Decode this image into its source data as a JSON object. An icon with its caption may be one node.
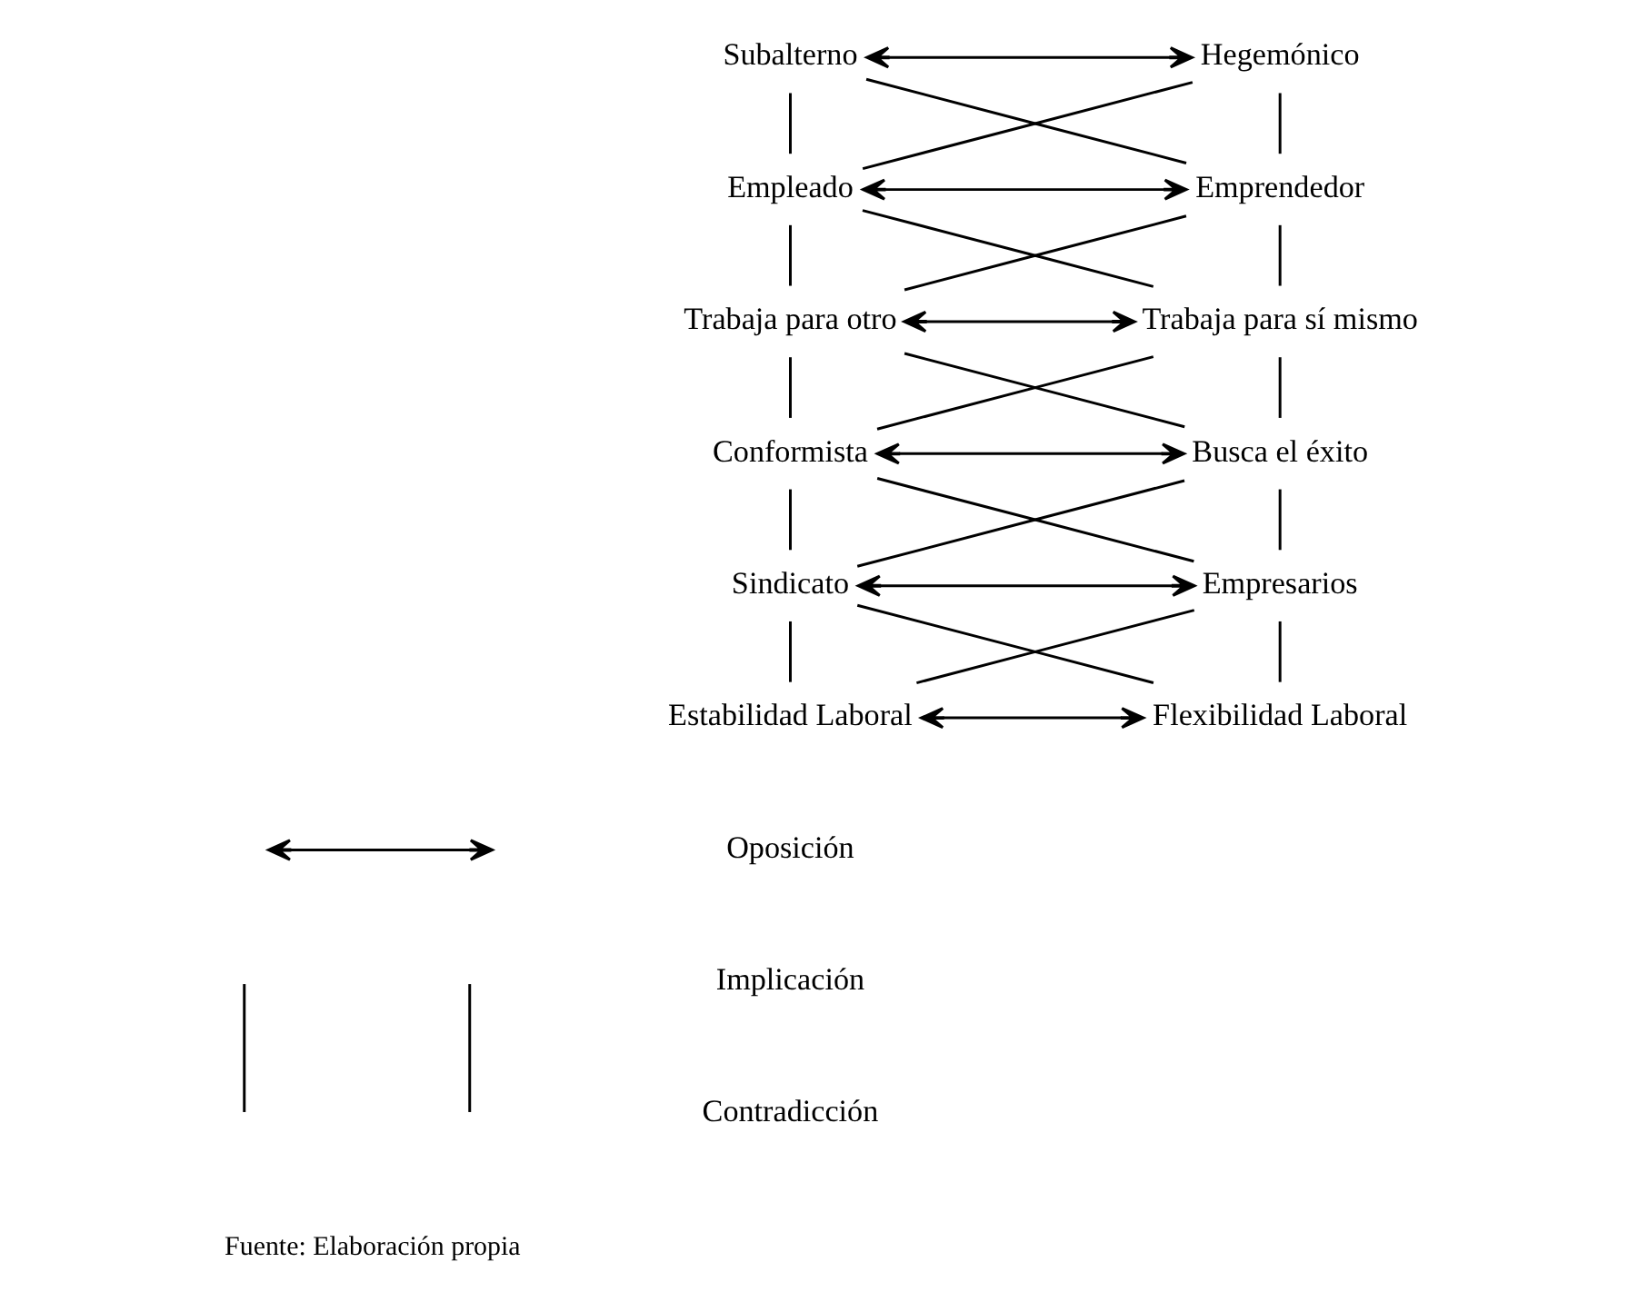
{
  "diagram": {
    "caption": "Fuente: Elaboración propia",
    "nodes": [
      {
        "text": [
          "Subalterno"
        ]
      },
      {
        "text": [
          "Hegemónico"
        ]
      },
      {
        "text": [
          "Empleado"
        ]
      },
      {
        "text": [
          "Emprendedor"
        ]
      },
      {
        "text": [
          "Trabaja para otro"
        ]
      },
      {
        "text": [
          "Trabaja para sí mismo"
        ]
      },
      {
        "text": [
          "Conformista"
        ]
      },
      {
        "text": [
          "Busca el éxito"
        ]
      },
      {
        "text": [
          "Sindicato"
        ]
      },
      {
        "text": [
          "Empresarios"
        ]
      },
      {
        "text": [
          "Estabilidad Laboral"
        ]
      },
      {
        "text": [
          "Flexibilidad Laboral"
        ]
      }
    ],
    "edges": [
      {
        "from": 0,
        "to": 1,
        "arrow": "both"
      },
      {
        "from": 2,
        "to": 3,
        "arrow": "both"
      },
      {
        "from": 4,
        "to": 5,
        "arrow": "both"
      },
      {
        "from": 6,
        "to": 7,
        "arrow": "both"
      },
      {
        "from": 8,
        "to": 9,
        "arrow": "both"
      },
      {
        "from": 10,
        "to": 11,
        "arrow": "both"
      },
      {
        "from": 0,
        "to": 2,
        "arrow": "none"
      },
      {
        "from": 2,
        "to": 4,
        "arrow": "none"
      },
      {
        "from": 4,
        "to": 6,
        "arrow": "none"
      },
      {
        "from": 6,
        "to": 8,
        "arrow": "none"
      },
      {
        "from": 8,
        "to": 10,
        "arrow": "none"
      },
      {
        "from": 1,
        "to": 3,
        "arrow": "none"
      },
      {
        "from": 3,
        "to": 5,
        "arrow": "none"
      },
      {
        "from": 5,
        "to": 7,
        "arrow": "none"
      },
      {
        "from": 7,
        "to": 9,
        "arrow": "none"
      },
      {
        "from": 9,
        "to": 11,
        "arrow": "none"
      },
      {
        "from": 0,
        "to": 3,
        "arrow": "none"
      },
      {
        "from": 1,
        "to": 2,
        "arrow": "none"
      },
      {
        "from": 2,
        "to": 5,
        "arrow": "none"
      },
      {
        "from": 3,
        "to": 4,
        "arrow": "none"
      },
      {
        "from": 4,
        "to": 7,
        "arrow": "none"
      },
      {
        "from": 5,
        "to": 6,
        "arrow": "none"
      },
      {
        "from": 6,
        "to": 9,
        "arrow": "none"
      },
      {
        "from": 7,
        "to": 8,
        "arrow": "none"
      },
      {
        "from": 8,
        "to": 11,
        "arrow": "none"
      },
      {
        "from": 9,
        "to": 10,
        "arrow": "none"
      }
    ],
    "legend": [
      {
        "text": "Oposición"
      },
      {
        "text": "Implicación"
      },
      {
        "text": "Contradicción"
      }
    ]
  }
}
